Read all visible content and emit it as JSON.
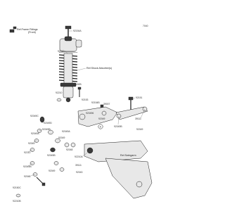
{
  "header": {
    "code": "7040"
  },
  "refs": {
    "frame": [
      "Ref.Frame Fittings",
      "(Front)"
    ],
    "shock": "Ref.Shock Absorber(s)",
    "swingarm": "Ref.Swingarm"
  },
  "callout_circle": "A",
  "parts": [
    {
      "num": "92154A"
    },
    {
      "num": "92210"
    },
    {
      "num": "92150B"
    },
    {
      "num": "92210"
    },
    {
      "num": "92153"
    },
    {
      "num": "92154B"
    },
    {
      "num": "39007"
    },
    {
      "num": "920496"
    },
    {
      "num": "92049"
    },
    {
      "num": "92049C"
    },
    {
      "num": "92049D"
    },
    {
      "num": "92049B"
    },
    {
      "num": "92049A"
    },
    {
      "num": "92049"
    },
    {
      "num": "92210"
    },
    {
      "num": "92049B"
    },
    {
      "num": "92048"
    },
    {
      "num": "92049A"
    },
    {
      "num": "92049"
    },
    {
      "num": "92048"
    },
    {
      "num": "92049B"
    },
    {
      "num": "92049"
    },
    {
      "num": "92151"
    },
    {
      "num": "39111"
    },
    {
      "num": "92049B"
    },
    {
      "num": "92049"
    },
    {
      "num": "92210A"
    },
    {
      "num": "39111"
    },
    {
      "num": "92043"
    },
    {
      "num": "92150C"
    },
    {
      "num": "92210B"
    }
  ]
}
